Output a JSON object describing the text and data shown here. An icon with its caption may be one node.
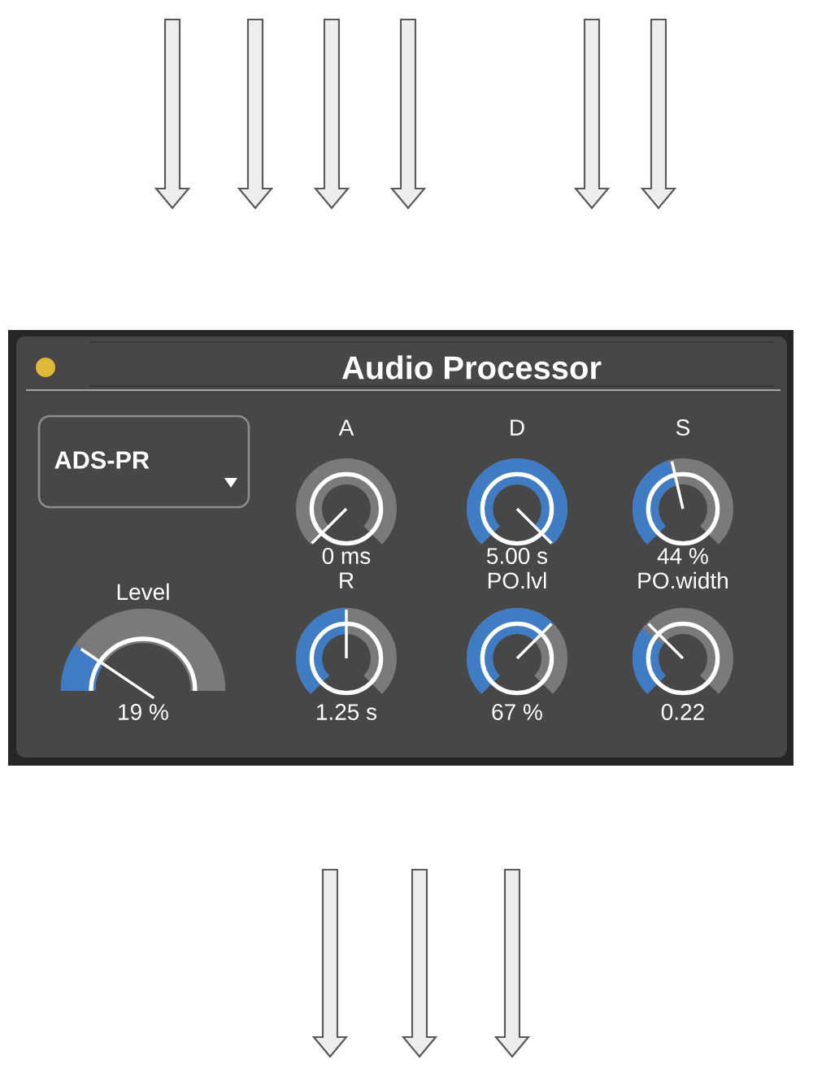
{
  "diagram": {
    "nodes": [
      {
        "text": [
          "Audio Processor"
        ]
      },
      {
        "text": [
          "ADS-PR"
        ],
        "in": 0
      },
      {
        "text": [
          "A",
          "0 ms"
        ],
        "in": 0
      },
      {
        "text": [
          "D",
          "5.00 s"
        ],
        "in": 0
      },
      {
        "text": [
          "S",
          "44 %"
        ],
        "in": 0
      },
      {
        "text": [
          "Level",
          "19 %"
        ],
        "in": 0
      },
      {
        "text": [
          "R",
          "1.25 s"
        ],
        "in": 0
      },
      {
        "text": [
          "PO.lvl",
          "67 %"
        ],
        "in": 0
      },
      {
        "text": [
          "PO.width",
          "0.22"
        ],
        "in": 0
      }
    ]
  }
}
